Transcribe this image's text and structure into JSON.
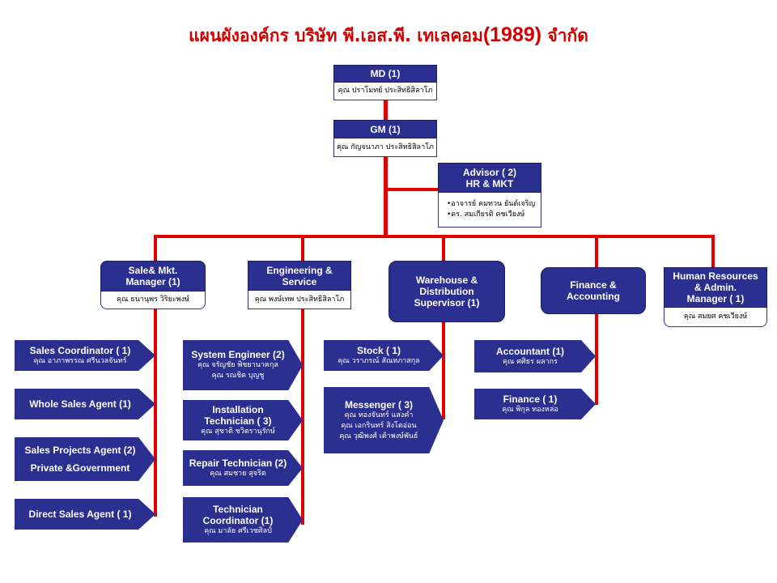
{
  "title": {
    "main": "แผนผังองค์กร บริษัท พี.เอส.พี. เทเลคอม",
    "year": "(1989)",
    "suffix": "จำกัด"
  },
  "md": {
    "title": "MD (1)",
    "name": "คุณ ปราโมทย์ ประสิทธิสิลาโภ"
  },
  "gm": {
    "title": "GM (1)",
    "name": "คุณ กัญจนาภา ประสิทธิสิลาโภ"
  },
  "advisor": {
    "title1": "Advisor ( 2)",
    "title2": "HR & MKT",
    "names": [
      "•อาจารย์ คมทวน ยันต์เจริญ",
      "•ดร. สมเกียรติ คชเวียงษ์"
    ]
  },
  "departments": [
    {
      "title1": "Sale& Mkt.",
      "title2": "Manager (1)",
      "name": "คุณ ธนานุพร วิริยะพงษ์"
    },
    {
      "title1": "Engineering &",
      "title2": "Service",
      "name": "คุณ พงษ์เทพ ประสิทธิสิลาโภ"
    },
    {
      "title1": "Warehouse &",
      "title2": "Distribution",
      "title3": "Supervisor (1)"
    },
    {
      "title1": "Finance &",
      "title2": "Accounting"
    },
    {
      "title1": "Human Resources",
      "title2": "& Admin.",
      "title3": "Manager ( 1)",
      "name": "คุณ สมยศ คชเวียงษ์"
    }
  ],
  "sales": [
    {
      "title": "Sales Coordinator ( 1)",
      "name": "คุณ อาภาพรรณ ศรีนวลจันทร์"
    },
    {
      "title": "Whole Sales Agent (1)"
    },
    {
      "title": "Sales Projects Agent (2)",
      "title2": "Private &Government"
    },
    {
      "title": "Direct Sales Agent ( 1)"
    }
  ],
  "engineering": [
    {
      "title": "System Engineer (2)",
      "names": [
        "คุณ จรัญชัย พิชยานาคกุล",
        "คุณ รณชิต บุญชู"
      ]
    },
    {
      "title1": "Installation",
      "title2": "Technician ( 3)",
      "name": "คุณ สุชาติ ชวิตรานุรักษ์"
    },
    {
      "title": "Repair Technician (2)",
      "name": "คุณ สมชาย สุจริต"
    },
    {
      "title1": "Technician",
      "title2": "Coordinator (1)",
      "name": "คุณ มาลัย ศรีเวชศิลป์"
    }
  ],
  "warehouse": [
    {
      "title": "Stock ( 1)",
      "name": "คุณ วราภรณ์ สัณหภาสกุล"
    },
    {
      "title": "Messenger ( 3)",
      "names": [
        "คุณ ทองจันทร์ แสงคำ",
        "คุณ เอกรินทร์ สิงโตอ่อน",
        "คุณ วุฒิพงศ์ เต้าพงษ์พันธ์"
      ]
    }
  ],
  "finance": [
    {
      "title": "Accountant (1)",
      "name": "คุณ ศศิธร ผลากร"
    },
    {
      "title": "Finance ( 1)",
      "name": "คุณ พิกุล ทองหล่อ"
    }
  ]
}
